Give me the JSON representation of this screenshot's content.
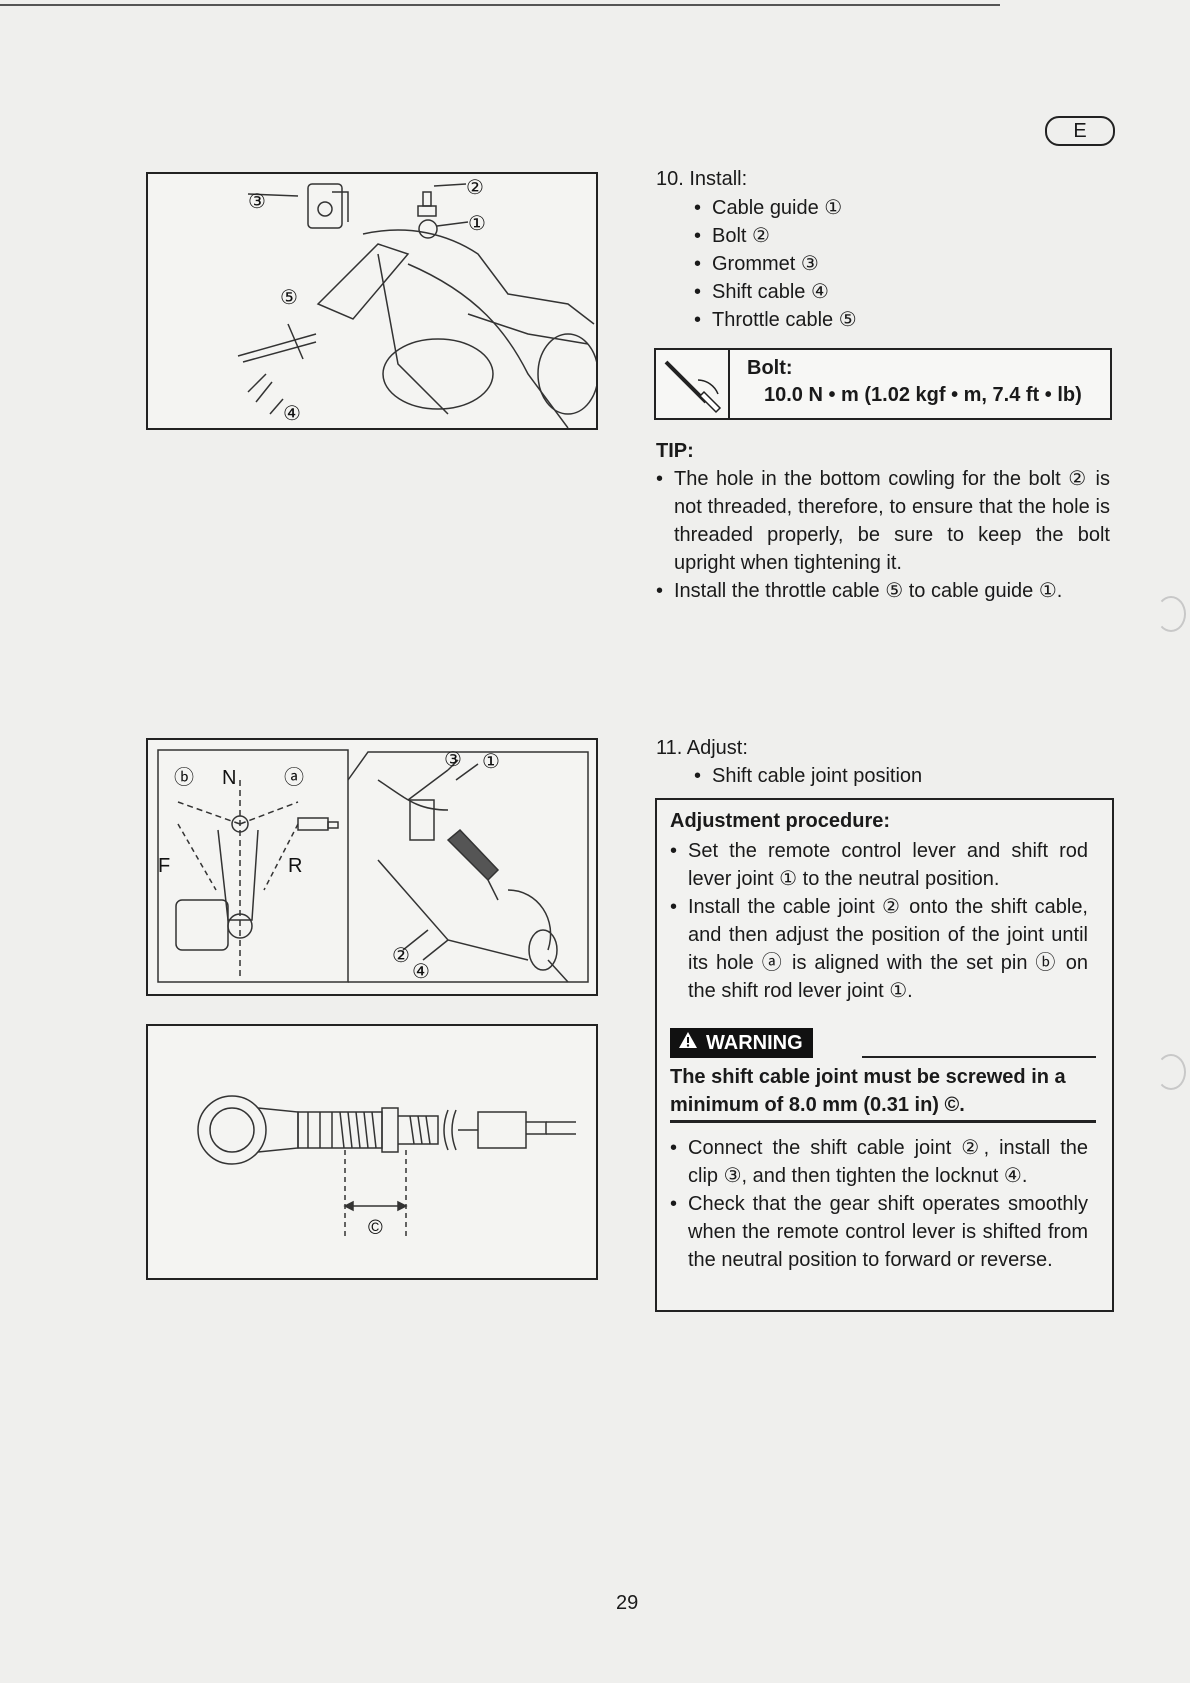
{
  "header": {
    "lang_badge": "E"
  },
  "step10": {
    "title": "10. Install:",
    "items": [
      "Cable guide ①",
      "Bolt ②",
      "Grommet ③",
      "Shift cable ④",
      "Throttle cable ⑤"
    ]
  },
  "spec": {
    "label": "Bolt:",
    "value": "10.0 N • m (1.02 kgf • m, 7.4 ft • lb)"
  },
  "tip": {
    "title": "TIP:",
    "items": [
      "The hole in the bottom cowling for the bolt ② is not threaded, therefore, to ensure that the hole is threaded properly, be sure to keep the bolt upright when tightening it.",
      "Install the throttle cable ⑤ to cable guide ①."
    ]
  },
  "step11": {
    "title": "11. Adjust:",
    "items": [
      "Shift cable joint position"
    ]
  },
  "procedure": {
    "title": "Adjustment procedure:",
    "items_before": [
      "Set the remote control lever and shift rod lever joint ① to the neutral position.",
      "Install the cable joint ② onto the shift cable, and then adjust the position of the joint until its hole ⓐ is aligned with the set pin ⓑ on the shift rod lever joint ①."
    ],
    "warning_label": "WARNING",
    "warning_text": "The shift cable joint must be screwed in a minimum of 8.0 mm (0.31 in) ©.",
    "items_after": [
      "Connect the shift cable joint ②, install the clip ③, and then tighten the locknut ④.",
      "Check that the gear shift operates smoothly when the remote control lever is shifted from the neutral position to forward or reverse."
    ]
  },
  "figure1": {
    "callouts": [
      "③",
      "②",
      "①",
      "⑤",
      "④"
    ]
  },
  "figure2": {
    "callouts": [
      "ⓑ",
      "N",
      "ⓐ",
      "F",
      "R",
      "③",
      "①",
      "②",
      "④"
    ]
  },
  "figure3": {
    "callouts": [
      "©"
    ]
  },
  "footer": {
    "page_number": "29"
  }
}
